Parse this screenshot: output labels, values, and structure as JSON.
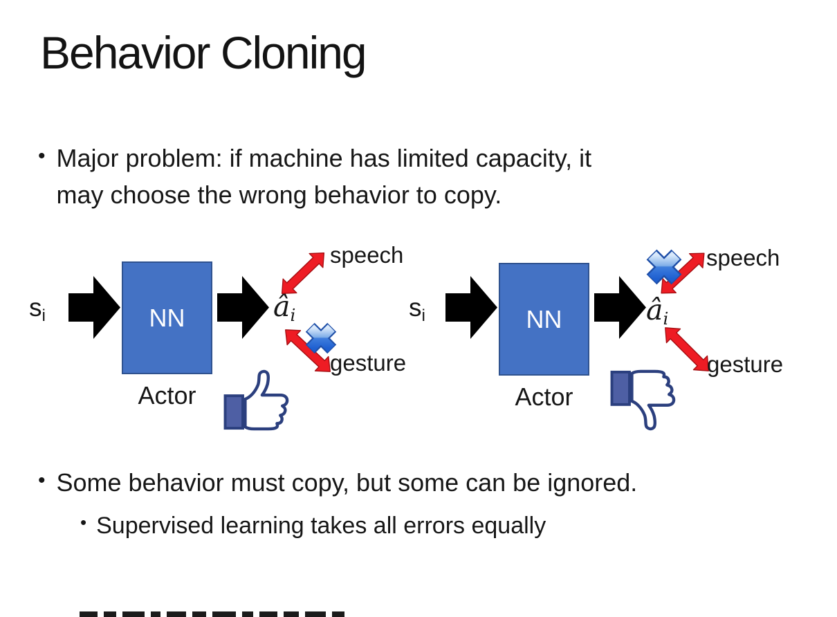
{
  "slide": {
    "title": "Behavior Cloning",
    "bullet_char": "•",
    "bullet1_line1": "Major problem: if machine has limited capacity, it",
    "bullet1_line2": "may choose the wrong behavior to copy.",
    "bullet2": "Some behavior must copy, but some can be ignored.",
    "bullet3": "Supervised learning takes all errors equally"
  },
  "diagram": {
    "input_base": "s",
    "input_sub": "i",
    "output_base": "â",
    "output_sub": "i",
    "nn_label": "NN",
    "actor_label": "Actor",
    "speech_label": "speech",
    "gesture_label": "gesture"
  },
  "icons": {
    "left": [
      "right-arrow-icon",
      "right-arrow-icon",
      "red-double-arrow-icon",
      "red-double-arrow-icon",
      "blue-cross-icon-on-gesture",
      "thumbs-up-icon"
    ],
    "right": [
      "right-arrow-icon",
      "right-arrow-icon",
      "red-double-arrow-icon",
      "red-double-arrow-icon",
      "blue-cross-icon-on-speech",
      "thumbs-down-icon"
    ]
  },
  "colors": {
    "background": "#FFFFFF",
    "text": "#161616",
    "nn_fill": "#4472C4",
    "nn_border": "#2F528F",
    "nn_text": "#FFFFFF",
    "black_arrow": "#000000",
    "red_arrow": "#EE1C24",
    "red_arrow_outline": "#A50E12",
    "cross_gradient_light": "#D9E9FB",
    "cross_gradient_dark": "#1E5FD0",
    "cross_outline": "#1F4FA8",
    "thumb_outline": "#2B3F7E",
    "thumb_cuff": "#4E5FA4",
    "thumb_hand": "#FFFFFF"
  }
}
